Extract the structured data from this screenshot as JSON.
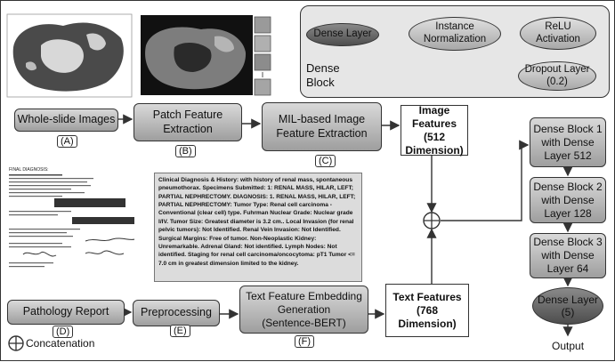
{
  "dense_block": {
    "label_line1": "Dense",
    "label_line2": "Block",
    "nodes": {
      "dense_layer": "Dense Layer",
      "instance_norm_l1": "Instance",
      "instance_norm_l2": "Normalization",
      "relu_l1": "ReLU",
      "relu_l2": "Activation",
      "dropout_l1": "Dropout Layer",
      "dropout_l2": "(0.2)"
    }
  },
  "top_row": {
    "wsi": "Whole-slide Images",
    "patch_l1": "Patch Feature",
    "patch_l2": "Extraction",
    "mil_l1": "MIL-based Image",
    "mil_l2": "Feature Extraction",
    "img_feat_l1": "Image Features",
    "img_feat_l2": "(512",
    "img_feat_l3": "Dimension)"
  },
  "bottom_row": {
    "pathology": "Pathology Report",
    "preprocessing": "Preprocessing",
    "text_emb_l1": "Text Feature Embedding",
    "text_emb_l2": "Generation",
    "text_emb_l3": "(Sentence-BERT)",
    "text_feat_l1": "Text Features",
    "text_feat_l2": "(768",
    "text_feat_l3": "Dimension)"
  },
  "tags": {
    "a": "(A)",
    "b": "(B)",
    "c": "(C)",
    "d": "(D)",
    "e": "(E)",
    "f": "(F)"
  },
  "right_column": {
    "db1_l1": "Dense Block 1",
    "db1_l2": "with Dense",
    "db1_l3": "Layer 512",
    "db2_l1": "Dense Block 2",
    "db2_l2": "with Dense",
    "db2_l3": "Layer 128",
    "db3_l1": "Dense Block 3",
    "db3_l2": "with Dense",
    "db3_l3": "Layer 64",
    "dense_final_l1": "Dense Layer",
    "dense_final_l2": "(5)",
    "output": "Output"
  },
  "legend": {
    "concatenation": "Concatenation"
  },
  "report_text": "Clinical Diagnosis & History: with history of renal mass, spontaneous pneumothorax. Specimens Submitted: 1: RENAL MASS, HILAR, LEFT; PARTIAL NEPHRECTOMY. DIAGNOSIS: 1. RENAL MASS, HILAR, LEFT; PARTIAL NEPHRECTOMY: Tumor Type: Renal cell carcinoma - Conventional (clear cell) type. Fuhrman Nuclear Grade: Nuclear grade I/IV. Tumor Size: Greatest diameter is 3.2 cm.. Local Invasion (for renal pelvic tumors): Not Identified. Renal Vein Invasion: Not Identified. Surgical Margins: Free of tumor. Non-Neoplastic Kidney: Unremarkable. Adrenal Gland: Not identified. Lymph Nodes: Not identified. Staging for renal cell carcinoma/oncocytoma: pT1 Tumor <= 7.0 cm in greatest dimension limited to the kidney.",
  "colors": {
    "shade_light": "#d9d9d9",
    "shade_dark": "#9e9e9e",
    "stroke": "#333333",
    "dark_node": "#5a5a5a"
  }
}
